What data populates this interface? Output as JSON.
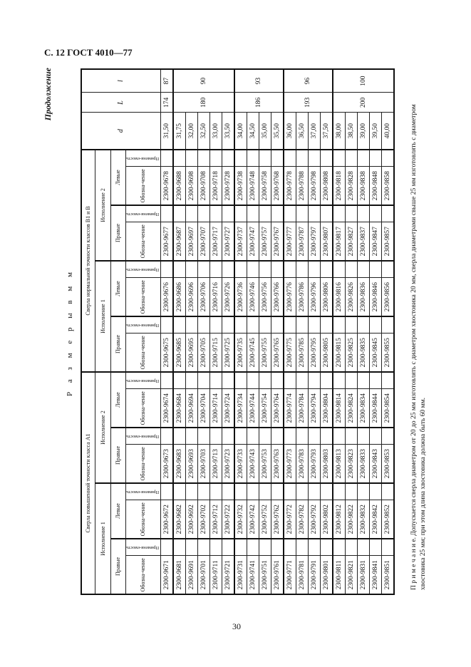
{
  "header": "С. 12  ГОСТ 4010—77",
  "continuation": "Продолжение",
  "title": "Р а з м е р ы   в   м м",
  "page_number": "30",
  "table": {
    "group_a": "Сверла повышенной точности класса А1",
    "group_b": "Сверла нормальной точности классов В1 и В",
    "exec1": "Исполнение 1",
    "exec2": "Исполнение 2",
    "right": "Правые",
    "left": "Левые",
    "designation": "Обозна-чение",
    "applicability": "Применя-емость",
    "d": "d",
    "L": "L",
    "l": "l",
    "rows": [
      [
        "2300-9671",
        "2300-9672",
        "2300-9673",
        "2300-9674",
        "2300-9675",
        "2300-9676",
        "2300-9677",
        "2300-9678",
        "31,50"
      ],
      [
        "2300-9681",
        "2300-9682",
        "2300-9683",
        "2300-9684",
        "2300-9685",
        "2300-9686",
        "2300-9687",
        "2300-9688",
        "31,75"
      ],
      [
        "2300-9691",
        "2300-9692",
        "2300-9693",
        "2300-9694",
        "2300-9695",
        "2300-9696",
        "2300-9697",
        "2300-9698",
        "32,00"
      ],
      [
        "2300-9701",
        "2300-9702",
        "2300-9703",
        "2300-9704",
        "2300-9705",
        "2300-9706",
        "2300-9707",
        "2300-9708",
        "32,50"
      ],
      [
        "2300-9711",
        "2300-9712",
        "2300-9713",
        "2300-9714",
        "2300-9715",
        "2300-9716",
        "2300-9717",
        "2300-9718",
        "33,00"
      ],
      [
        "2300-9721",
        "2300-9722",
        "2300-9723",
        "2300-9724",
        "2300-9725",
        "2300-9726",
        "2300-9727",
        "2300-9728",
        "33,50"
      ],
      [
        "2300-9731",
        "2300-9732",
        "2300-9733",
        "2300-9734",
        "2300-9735",
        "2300-9736",
        "2300-9737",
        "2300-9738",
        "34,00"
      ],
      [
        "2300-9741",
        "2300-9742",
        "2300-9743",
        "2300-9744",
        "2300-9745",
        "2300-9746",
        "2300-9747",
        "2300-9748",
        "34,50"
      ],
      [
        "2300-9751",
        "2300-9752",
        "2300-9753",
        "2300-9754",
        "2300-9755",
        "2300-9756",
        "2300-9757",
        "2300-9758",
        "35,00"
      ],
      [
        "2300-9761",
        "2300-9762",
        "2300-9763",
        "2300-9764",
        "2300-9765",
        "2300-9766",
        "2300-9767",
        "2300-9768",
        "35,50"
      ],
      [
        "2300-9771",
        "2300-9772",
        "2300-9773",
        "2300-9774",
        "2300-9775",
        "2300-9776",
        "2300-9777",
        "2300-9778",
        "36,00"
      ],
      [
        "2300-9781",
        "2300-9782",
        "2300-9783",
        "2300-9784",
        "2300-9785",
        "2300-9786",
        "2300-9787",
        "2300-9788",
        "36,50"
      ],
      [
        "2300-9791",
        "2300-9792",
        "2300-9793",
        "2300-9794",
        "2300-9795",
        "2300-9796",
        "2300-9797",
        "2300-9798",
        "37,00"
      ],
      [
        "2300-9801",
        "2300-9802",
        "2300-9803",
        "2300-9804",
        "2300-9805",
        "2300-9806",
        "2300-9807",
        "2300-9808",
        "37,50"
      ],
      [
        "2300-9811",
        "2300-9812",
        "2300-9813",
        "2300-9814",
        "2300-9815",
        "2300-9816",
        "2300-9817",
        "2300-9818",
        "38,00"
      ],
      [
        "2300-9821",
        "2300-9822",
        "2300-9823",
        "2300-9824",
        "2300-9825",
        "2300-9826",
        "2300-9827",
        "2300-9828",
        "38,50"
      ],
      [
        "2300-9831",
        "2300-9832",
        "2300-9833",
        "2300-9834",
        "2300-9835",
        "2300-9836",
        "2300-9837",
        "2300-9838",
        "39,00"
      ],
      [
        "2300-9841",
        "2300-9842",
        "2300-9843",
        "2300-9844",
        "2300-9845",
        "2300-9846",
        "2300-9847",
        "2300-9848",
        "39,50"
      ],
      [
        "2300-9851",
        "2300-9852",
        "2300-9853",
        "2300-9854",
        "2300-9855",
        "2300-9856",
        "2300-9857",
        "2300-9858",
        "40,00"
      ]
    ],
    "groups": [
      {
        "rows": 1,
        "L": "174",
        "l": "87"
      },
      {
        "rows": 5,
        "L": "180",
        "l": "90"
      },
      {
        "rows": 4,
        "L": "186",
        "l": "93"
      },
      {
        "rows": 4,
        "L": "193",
        "l": "96"
      },
      {
        "rows": 5,
        "L": "200",
        "l": "100"
      }
    ]
  },
  "note": "П р и м е ч а н и е. Допускается сверла диаметром от 20 до 25 мм изготовлять с диаметром хвостовика 20 мм, сверла диаметрами свыше 25 мм изготовлять с диаметром хвостовика 25 мм; при этом длина хвостовика должна быть 60 мм."
}
